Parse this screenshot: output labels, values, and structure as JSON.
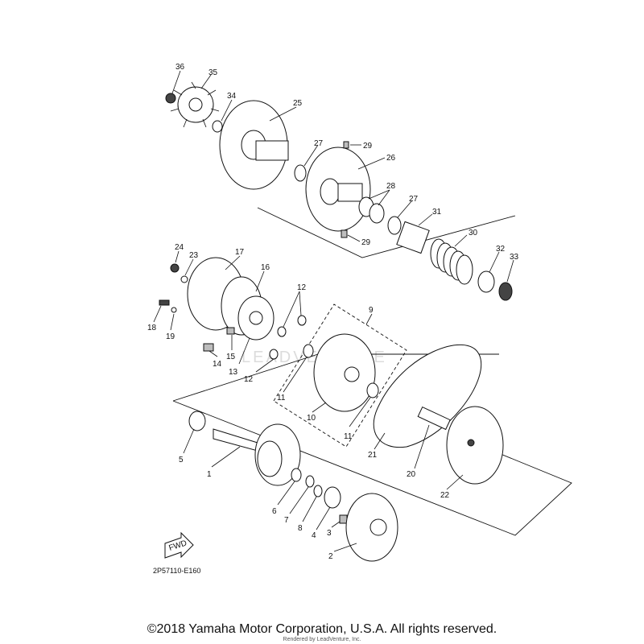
{
  "diagram": {
    "code": "2P57110-E160",
    "fwd_label": "FWD",
    "watermark": "LEADVENTURE",
    "callouts": [
      "1",
      "2",
      "3",
      "4",
      "5",
      "6",
      "7",
      "8",
      "9",
      "10",
      "11",
      "11",
      "12",
      "12",
      "13",
      "14",
      "15",
      "16",
      "17",
      "18",
      "19",
      "20",
      "21",
      "22",
      "23",
      "24",
      "25",
      "26",
      "27",
      "27",
      "28",
      "29",
      "29",
      "30",
      "31",
      "32",
      "33",
      "34",
      "35",
      "36"
    ]
  },
  "footer": {
    "copyright": "©2018 Yamaha Motor Corporation, U.S.A. All rights reserved.",
    "render_credit": "Rendered by LeadVenture, Inc."
  }
}
